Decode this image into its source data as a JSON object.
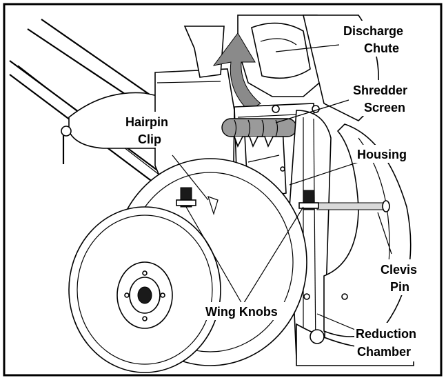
{
  "labels": {
    "discharge_chute_1": "Discharge",
    "discharge_chute_2": "Chute",
    "shredder_screen_1": "Shredder",
    "shredder_screen_2": "Screen",
    "hairpin_clip_1": "Hairpin",
    "hairpin_clip_2": "Clip",
    "housing": "Housing",
    "clevis_pin_1": "Clevis",
    "clevis_pin_2": "Pin",
    "wing_knobs": "Wing Knobs",
    "reduction_chamber_1": "Reduction",
    "reduction_chamber_2": "Chamber"
  },
  "colors": {
    "background": "#ffffff",
    "ink": "#000000",
    "arrow_fill": "#8a8a8a",
    "screen_roller": "#9a9a9a"
  }
}
